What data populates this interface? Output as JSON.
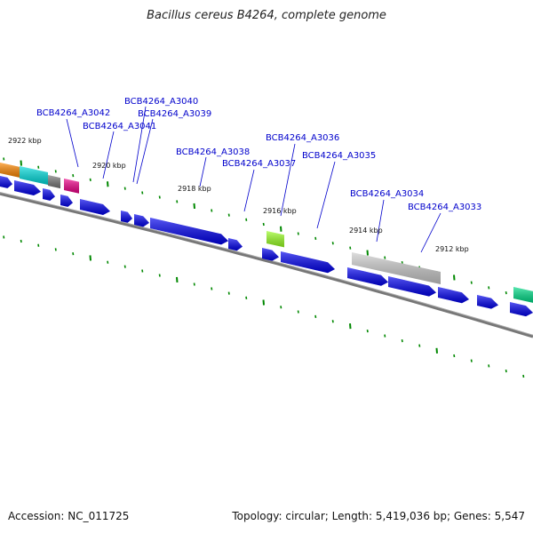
{
  "title": "Bacillus cereus B4264, complete genome",
  "footer": {
    "accession": "Accession: NC_011725",
    "summary": "Topology: circular; Length: 5,419,036 bp; Genes: 5,547"
  },
  "kbp_labels": [
    "2922 kbp",
    "2920 kbp",
    "2918 kbp",
    "2916 kbp",
    "2914 kbp",
    "2912 kbp"
  ],
  "gene_labels": [
    "BCB4264_A3042",
    "BCB4264_A3040",
    "BCB4264_A3039",
    "BCB4264_A3041",
    "BCB4264_A3038",
    "BCB4264_A3037",
    "BCB4264_A3036",
    "BCB4264_A3035",
    "BCB4264_A3034",
    "BCB4264_A3033"
  ],
  "colors": {
    "cds": "#0000ee",
    "backbone": "#777777",
    "tick": "#008800",
    "label": "#0000cc",
    "orange": "#ff8800",
    "cyan": "#00dddd",
    "gray": "#777777",
    "magenta": "#ee0088",
    "lime": "#99ff22",
    "light_gray": "#cccccc",
    "green_teal": "#00dd88"
  }
}
